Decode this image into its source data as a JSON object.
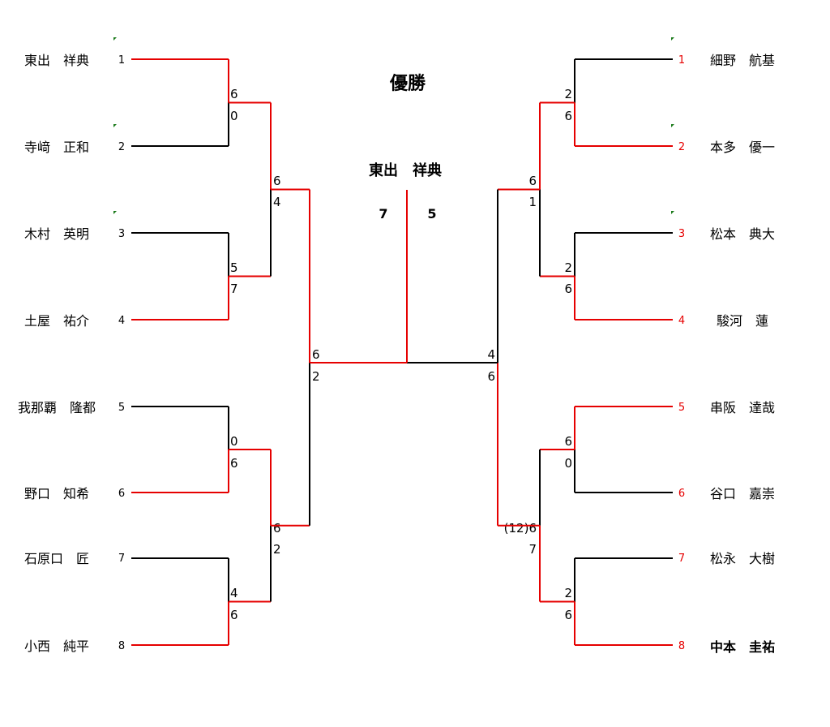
{
  "title": "優勝",
  "champion": {
    "name": "東出　祥典",
    "score_left": "7",
    "score_right": "5"
  },
  "colors": {
    "win": "#e60000",
    "lose": "#000000",
    "marker": "#1a7a1a"
  },
  "left_players": [
    {
      "name": "東出　祥典",
      "seed": "1"
    },
    {
      "name": "寺﨑　正和",
      "seed": "2"
    },
    {
      "name": "木村　英明",
      "seed": "3"
    },
    {
      "name": "土屋　祐介",
      "seed": "4"
    },
    {
      "name": "我那覇　隆都",
      "seed": "5"
    },
    {
      "name": "野口　知希",
      "seed": "6"
    },
    {
      "name": "石原口　匠",
      "seed": "7"
    },
    {
      "name": "小西　純平",
      "seed": "8"
    }
  ],
  "right_players": [
    {
      "name": "細野　航基",
      "seed": "1"
    },
    {
      "name": "本多　優一",
      "seed": "2"
    },
    {
      "name": "松本　典大",
      "seed": "3"
    },
    {
      "name": "駿河　蓮",
      "seed": "4"
    },
    {
      "name": "串阪　達哉",
      "seed": "5"
    },
    {
      "name": "谷口　嘉崇",
      "seed": "6"
    },
    {
      "name": "松永　大樹",
      "seed": "7"
    },
    {
      "name": "中本　圭祐",
      "seed": "8"
    }
  ],
  "left_r1": [
    {
      "top": "6",
      "bottom": "0",
      "winner": "top"
    },
    {
      "top": "5",
      "bottom": "7",
      "winner": "bottom"
    },
    {
      "top": "0",
      "bottom": "6",
      "winner": "bottom"
    },
    {
      "top": "4",
      "bottom": "6",
      "winner": "bottom"
    }
  ],
  "left_r2": [
    {
      "top": "6",
      "bottom": "4",
      "winner": "top"
    },
    {
      "top": "6",
      "bottom": "2",
      "winner": "top"
    }
  ],
  "left_sf": {
    "top": "6",
    "bottom": "2",
    "winner": "top"
  },
  "right_r1": [
    {
      "top": "2",
      "bottom": "6",
      "winner": "bottom"
    },
    {
      "top": "2",
      "bottom": "6",
      "winner": "bottom"
    },
    {
      "top": "6",
      "bottom": "0",
      "winner": "top"
    },
    {
      "top": "2",
      "bottom": "6",
      "winner": "bottom"
    }
  ],
  "right_r2": [
    {
      "top": "6",
      "bottom": "1",
      "winner": "top"
    },
    {
      "top": "(12)6",
      "bottom": "7",
      "winner": "bottom"
    }
  ],
  "right_sf": {
    "top": "4",
    "bottom": "6",
    "winner": "bottom"
  }
}
